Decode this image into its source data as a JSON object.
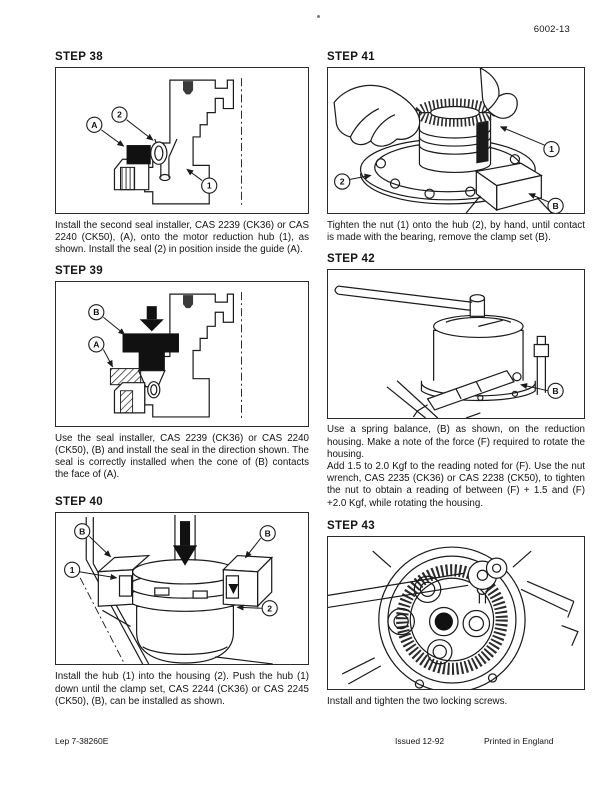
{
  "page": {
    "number": "6002-13",
    "footer": {
      "code": "Lep 7-38260E",
      "issued": "Issued 12-92",
      "printed": "Printed in England"
    }
  },
  "steps": [
    {
      "title": "STEP 38",
      "body": "Install the second seal installer, CAS 2239 (CK36) or CAS 2240 (CK50), (A), onto the motor reduction hub (1), as shown. Install the seal (2) in position inside the guide (A).",
      "callouts": [
        "A",
        "2",
        "1"
      ]
    },
    {
      "title": "STEP 39",
      "body": "Use the seal installer, CAS 2239 (CK36) or CAS 2240 (CK50), (B) and install the seal in the direction shown. The seal is correctly installed when the cone of (B) contacts the face of (A).",
      "callouts": [
        "B",
        "A"
      ]
    },
    {
      "title": "STEP 40",
      "body": "Install the hub (1) into the housing (2). Push the hub (1) down until the clamp set, CAS 2244 (CK36) or CAS 2245 (CK50), (B), can be installed as shown.",
      "callouts": [
        "B",
        "B",
        "1",
        "2"
      ]
    },
    {
      "title": "STEP 41",
      "body": "Tighten the nut (1) onto the hub (2), by hand, until contact is made with the bearing, remove the clamp set (B).",
      "callouts": [
        "1",
        "2",
        "B"
      ]
    },
    {
      "title": "STEP 42",
      "body": "Use a spring balance, (B) as shown, on the reduction housing. Make a note of the force (F) required to rotate the housing.",
      "body2": "Add 1.5 to 2.0 Kgf to the reading noted for (F). Use the nut wrench, CAS 2235 (CK36) or CAS 2238 (CK50), to tighten the nut to obtain a reading of between (F) + 1.5 and (F) +2.0 Kgf, while rotating the housing.",
      "callouts": [
        "B"
      ]
    },
    {
      "title": "STEP 43",
      "body": "Install and tighten the two locking screws.",
      "callouts": []
    }
  ]
}
